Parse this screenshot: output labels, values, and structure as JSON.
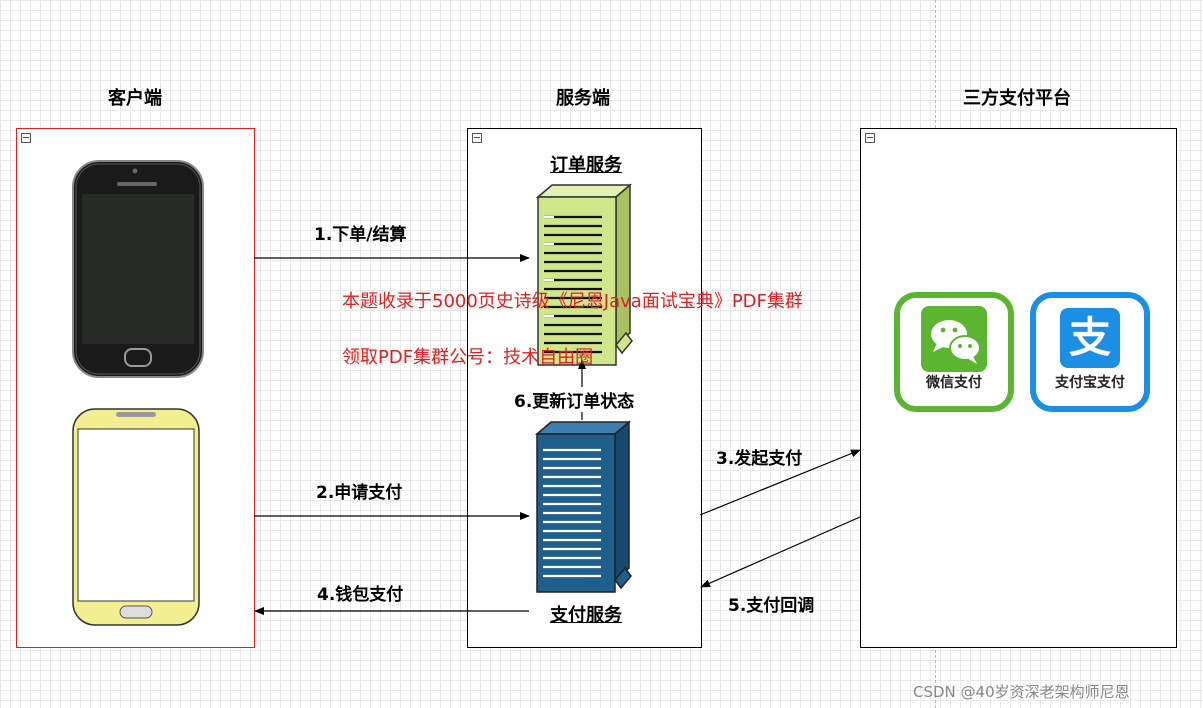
{
  "columns": {
    "client": "客户端",
    "server": "服务端",
    "third_party": "三方支付平台"
  },
  "services": {
    "order": "订单服务",
    "payment": "支付服务"
  },
  "arrows": {
    "a1": "1.下单/结算",
    "a2": "2.申请支付",
    "a3": "3.发起支付",
    "a4": "4.钱包支付",
    "a5": "5.支付回调",
    "a6": "6.更新订单状态"
  },
  "payments": {
    "wechat": "微信支付",
    "alipay": "支付宝支付",
    "alipay_glyph": "支"
  },
  "overlay": {
    "line1": "本题收录于5000页史诗级《尼恩Java面试宝典》PDF集群",
    "line2": "领取PDF集群公号：技术自由圈"
  },
  "watermark": "CSDN @40岁资深老架构师尼恩",
  "colors": {
    "red": "#e02020",
    "order_server": "#cfe68a",
    "payment_server": "#1f5f8b",
    "wechat_green": "#5bb531",
    "alipay_blue": "#1a8fe3"
  }
}
